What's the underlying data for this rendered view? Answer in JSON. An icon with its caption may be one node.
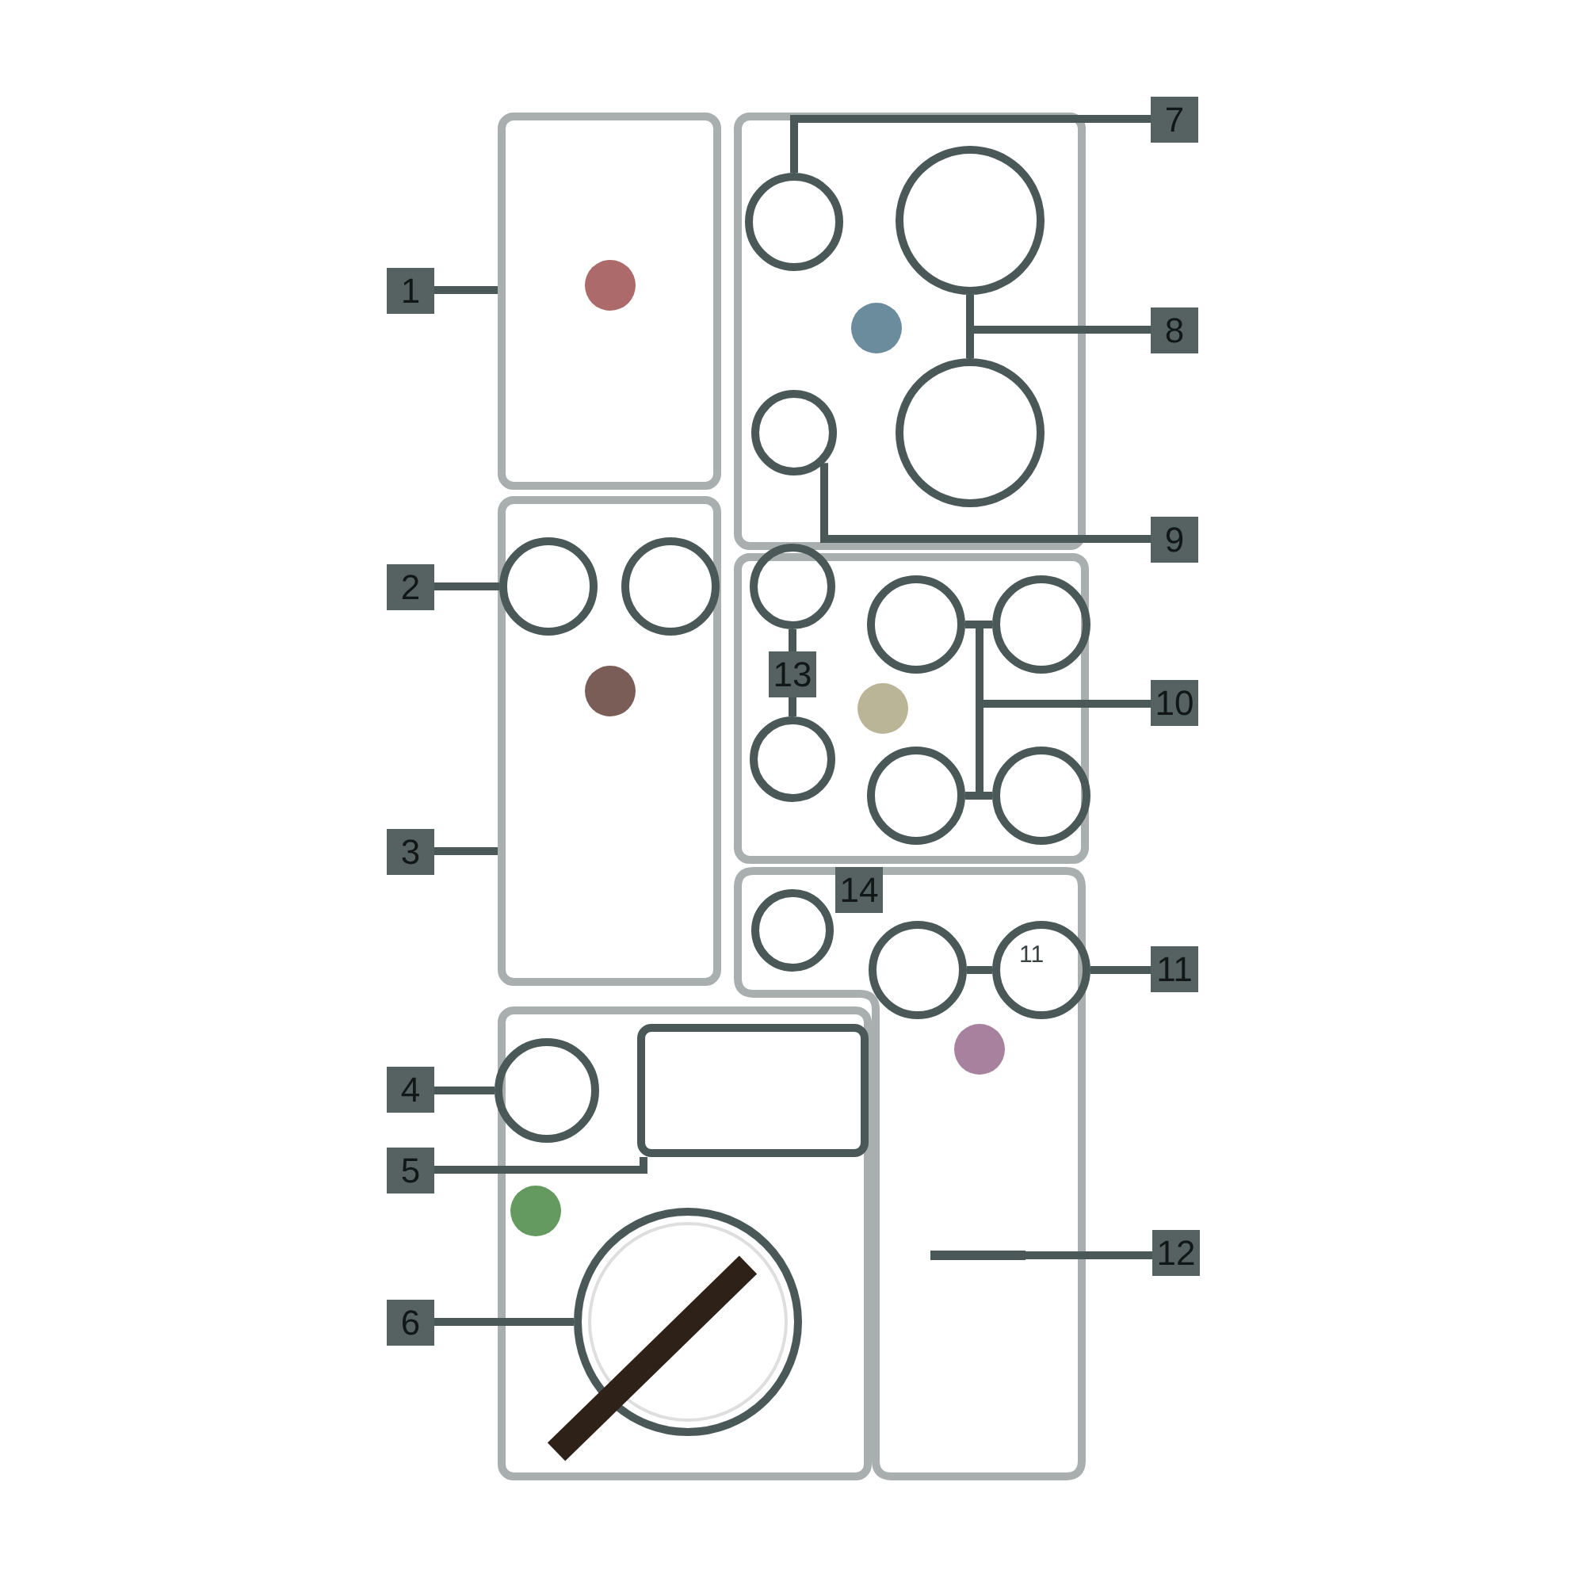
{
  "diagram": {
    "nodes": [
      {
        "text": [],
        "shape": "box"
      },
      {
        "text": [
          "1"
        ]
      },
      {
        "text": [],
        "shape": "box"
      },
      {
        "text": [],
        "shape": "circle",
        "in": 2
      },
      {
        "text": [],
        "shape": "circle",
        "in": 2
      },
      {
        "text": [],
        "shape": "circle",
        "in": 2
      },
      {
        "text": [],
        "shape": "circle",
        "in": 2
      },
      {
        "text": [
          "7"
        ]
      },
      {
        "text": [
          "8"
        ]
      },
      {
        "text": [
          "9"
        ]
      },
      {
        "text": [],
        "shape": "box"
      },
      {
        "text": [],
        "shape": "circle",
        "in": 10
      },
      {
        "text": [],
        "shape": "circle",
        "in": 10
      },
      {
        "text": [
          "2"
        ]
      },
      {
        "text": [
          "3"
        ]
      },
      {
        "text": [],
        "shape": "box"
      },
      {
        "text": [],
        "shape": "circle",
        "in": 15
      },
      {
        "text": [
          "13"
        ],
        "in": 15
      },
      {
        "text": [],
        "shape": "circle",
        "in": 15
      },
      {
        "text": [],
        "shape": "circle",
        "in": 15
      },
      {
        "text": [],
        "shape": "circle",
        "in": 15
      },
      {
        "text": [],
        "shape": "circle",
        "in": 15
      },
      {
        "text": [],
        "shape": "circle",
        "in": 15
      },
      {
        "text": [
          "10"
        ]
      },
      {
        "text": [],
        "shape": "box"
      },
      {
        "text": [
          "14"
        ],
        "in": 24
      },
      {
        "text": [],
        "shape": "circle",
        "in": 24
      },
      {
        "text": [],
        "shape": "circle",
        "in": 24
      },
      {
        "text": [],
        "shape": "circle",
        "in": 24
      },
      {
        "text": [
          "11"
        ]
      },
      {
        "text": [],
        "shape": "bar",
        "in": 24
      },
      {
        "text": [
          "12"
        ]
      },
      {
        "text": [],
        "shape": "box"
      },
      {
        "text": [],
        "shape": "circle",
        "in": 32
      },
      {
        "text": [],
        "shape": "box",
        "in": 32
      },
      {
        "text": [],
        "shape": "circle",
        "in": 32
      },
      {
        "text": [],
        "shape": "bar",
        "in": 32
      },
      {
        "text": [
          "4"
        ]
      },
      {
        "text": [
          "5"
        ]
      },
      {
        "text": [
          "6"
        ]
      }
    ],
    "edges": [
      {
        "from": 1,
        "to": 0,
        "arrow": "none"
      },
      {
        "from": 7,
        "to": 3,
        "arrow": "none"
      },
      {
        "from": 8,
        "to": 4,
        "arrow": "none"
      },
      {
        "from": 8,
        "to": 5,
        "arrow": "none"
      },
      {
        "from": 9,
        "to": 6,
        "arrow": "none"
      },
      {
        "from": 13,
        "to": 11,
        "arrow": "none"
      },
      {
        "from": 14,
        "to": 10,
        "arrow": "none"
      },
      {
        "from": 17,
        "to": 16,
        "arrow": "none"
      },
      {
        "from": 17,
        "to": 18,
        "arrow": "none"
      },
      {
        "from": 23,
        "to": 19,
        "arrow": "none"
      },
      {
        "from": 23,
        "to": 20,
        "arrow": "none"
      },
      {
        "from": 23,
        "to": 21,
        "arrow": "none"
      },
      {
        "from": 23,
        "to": 22,
        "arrow": "none"
      },
      {
        "from": 29,
        "to": 28,
        "arrow": "none"
      },
      {
        "from": 28,
        "to": 27,
        "arrow": "none"
      },
      {
        "from": 31,
        "to": 30,
        "arrow": "none"
      },
      {
        "from": 37,
        "to": 33,
        "arrow": "none"
      },
      {
        "from": 38,
        "to": 34,
        "arrow": "none"
      },
      {
        "from": 39,
        "to": 35,
        "arrow": "none"
      }
    ],
    "labels": [
      "11"
    ]
  }
}
